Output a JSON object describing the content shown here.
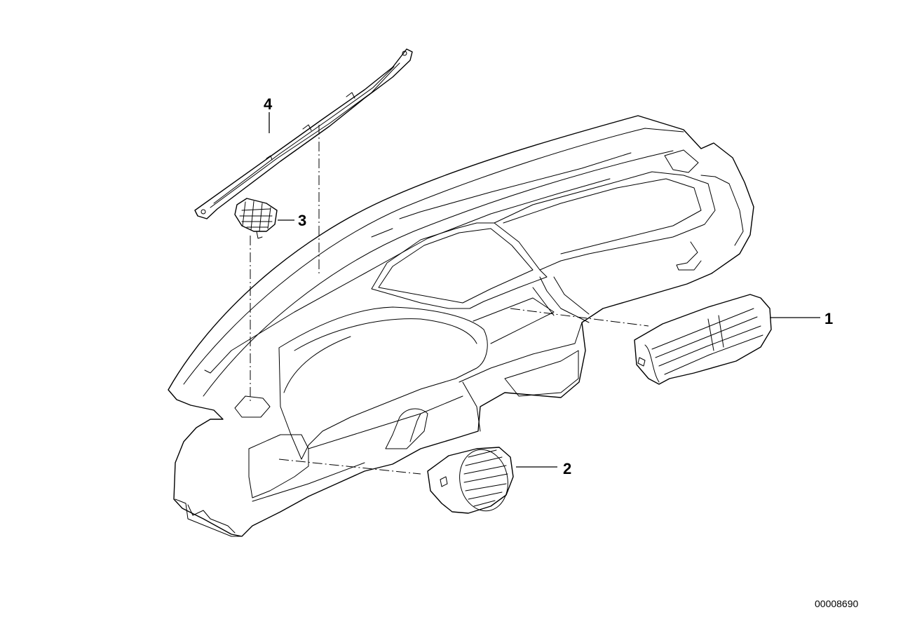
{
  "callouts": [
    {
      "id": "1",
      "label": "1"
    },
    {
      "id": "2",
      "label": "2"
    },
    {
      "id": "3",
      "label": "3"
    },
    {
      "id": "4",
      "label": "4"
    }
  ],
  "drawing_number": "00008690",
  "colors": {
    "line": "#000000",
    "background": "#ffffff"
  }
}
